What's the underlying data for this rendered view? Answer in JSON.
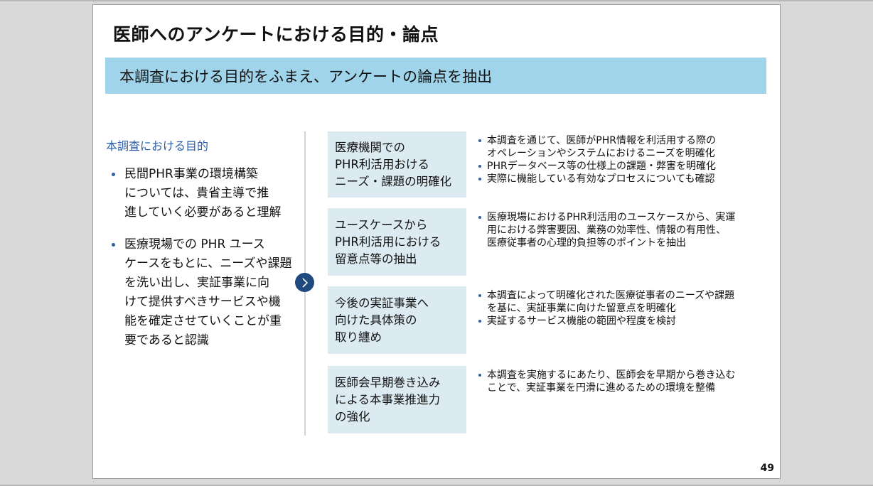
{
  "slide": {
    "title": "医師へのアンケートにおける目的・論点",
    "banner": "本調査における目的をふまえ、アンケートの論点を抽出",
    "page_number": "49",
    "colors": {
      "banner_bg": "#9fd4ea",
      "label_bg": "#dcebf2",
      "accent_blue": "#2c5ea8",
      "arrow_bg": "#1e4a7e"
    },
    "purpose": {
      "heading": "本調査における目的",
      "bullets": [
        {
          "lines": [
            "民間PHR事業の環境構築",
            "については、貴省主導で推",
            "進していく必要があると理解"
          ]
        },
        {
          "lines": [
            "医療現場での PHR ユース",
            "ケースをもとに、ニーズや課題",
            "を洗い出し、実証事業に向",
            "けて提供すべきサービスや機",
            "能を確定させていくことが重",
            "要であると認識"
          ]
        }
      ]
    },
    "arrow_icon": "chevron-right-icon",
    "points": [
      {
        "label_lines": [
          "医療機関での",
          "PHR利活用おける",
          "ニーズ・課題の明確化"
        ],
        "bullets": [
          {
            "lines": [
              "本調査を通じて、医師がPHR情報を利活用する際の",
              "オペレーションやシステムにおけるニーズを明確化"
            ]
          },
          {
            "lines": [
              "PHRデータベース等の仕様上の課題・弊害を明確化"
            ]
          },
          {
            "lines": [
              "実際に機能している有効なプロセスについても確認"
            ]
          }
        ]
      },
      {
        "label_lines": [
          "ユースケースから",
          "PHR利活用における",
          "留意点等の抽出"
        ],
        "bullets": [
          {
            "lines": [
              "医療現場におけるPHR利活用のユースケースから、実運",
              "用における弊害要因、業務の効率性、情報の有用性、",
              "医療従事者の心理的負担等のポイントを抽出"
            ]
          }
        ]
      },
      {
        "label_lines": [
          "今後の実証事業へ",
          "向けた具体策の",
          "取り纏め"
        ],
        "bullets": [
          {
            "lines": [
              "本調査によって明確化された医療従事者のニーズや課題",
              "を基に、実証事業に向けた留意点を明確化"
            ]
          },
          {
            "lines": [
              "実証するサービス機能の範囲や程度を検討"
            ]
          }
        ]
      },
      {
        "label_lines": [
          "医師会早期巻き込み",
          "による本事業推進力",
          "の強化"
        ],
        "bullets": [
          {
            "lines": [
              "本調査を実施するにあたり、医師会を早期から巻き込む",
              "ことで、実証事業を円滑に進めるための環境を整備"
            ]
          }
        ]
      }
    ]
  }
}
